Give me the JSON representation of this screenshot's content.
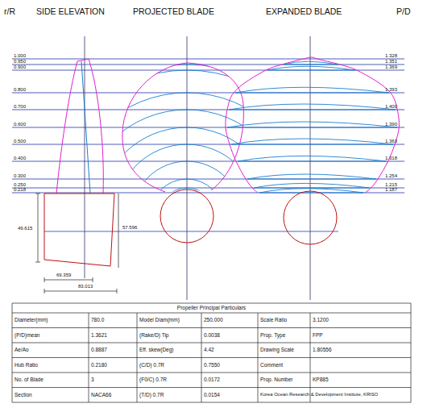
{
  "diagram": {
    "labels": [
      "r/R",
      "SIDE ELEVATION",
      "PROJECTED BLADE",
      "EXPANDED BLADE",
      "P/D",
      "1.000",
      "0.950",
      "0.900",
      "0.800",
      "0.700",
      "0.600",
      "0.500",
      "0.400",
      "0.300",
      "0.250",
      "0.218",
      "1.328",
      "1.351",
      "1.369",
      "1.393",
      "1.400",
      "1.390",
      "1.363",
      "1.318",
      "1.254",
      "1.215",
      "1.187",
      "49.615",
      "57.596",
      "69.359",
      "83.013",
      "Propeller Principal Particulars",
      "Diameter(mm)",
      "780.0",
      "Model Diam(mm)",
      "250.000",
      "Scale Ratio",
      "3.1200",
      "(P/D)mean",
      "1.3621",
      "(Rake/D) Tip",
      "0.0038",
      "Prop. Type",
      "FPP",
      "Ae/Ao",
      "0.8887",
      "Eff. skew(Deg)",
      "4.42",
      "Drawing Scale",
      "1.80556",
      "Hub Ratio",
      "0.2180",
      "(C/D) 0.7R",
      "0.7550",
      "Comment",
      "No. of Blade",
      "3",
      "(F0/C) 0.7R",
      "0.0172",
      "Prop. Number",
      "KP885",
      "Section",
      "NACA66",
      "(T/D) 0.7R",
      "0.0154",
      "Korea Ocean Research & Development Institute, KRISO"
    ]
  }
}
